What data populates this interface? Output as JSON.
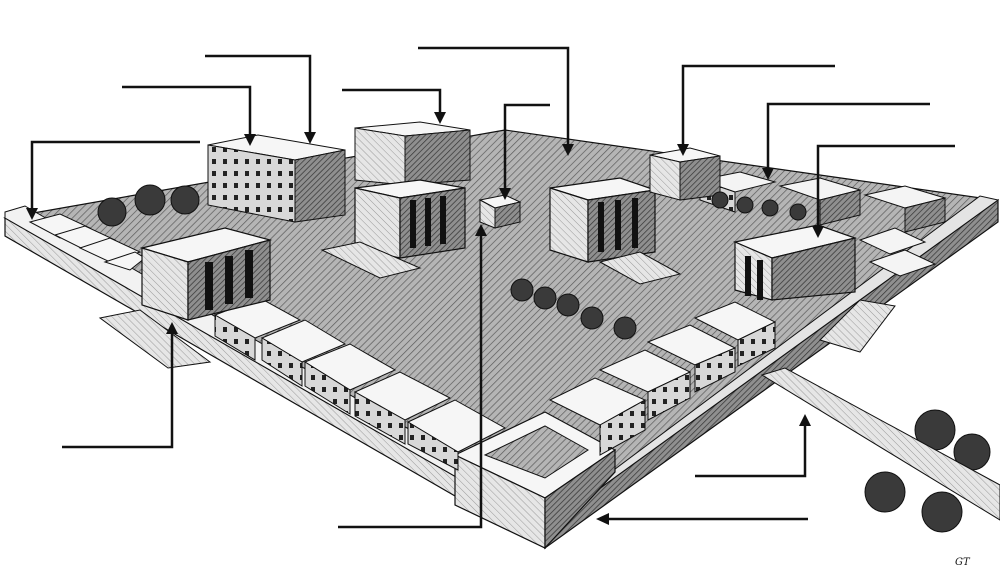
{
  "diagram": {
    "subject": "isometric-walled-compound-illustration",
    "callouts": [
      {
        "id": "leader-1",
        "label": ""
      },
      {
        "id": "leader-2",
        "label": ""
      },
      {
        "id": "leader-3",
        "label": ""
      },
      {
        "id": "leader-4",
        "label": ""
      },
      {
        "id": "leader-5",
        "label": ""
      },
      {
        "id": "leader-6",
        "label": ""
      },
      {
        "id": "leader-7",
        "label": ""
      },
      {
        "id": "leader-8",
        "label": ""
      },
      {
        "id": "leader-9",
        "label": ""
      },
      {
        "id": "leader-10",
        "label": ""
      },
      {
        "id": "leader-11",
        "label": ""
      },
      {
        "id": "leader-12",
        "label": ""
      },
      {
        "id": "leader-13",
        "label": ""
      }
    ],
    "signature": "GT"
  },
  "colors": {
    "ink": "#111111",
    "ground": "#9a9a9a",
    "wall_light": "#f4f4f4",
    "wall_mid": "#cfcfcf",
    "wall_dark": "#8c8c8c",
    "foliage": "#3a3a3a"
  }
}
